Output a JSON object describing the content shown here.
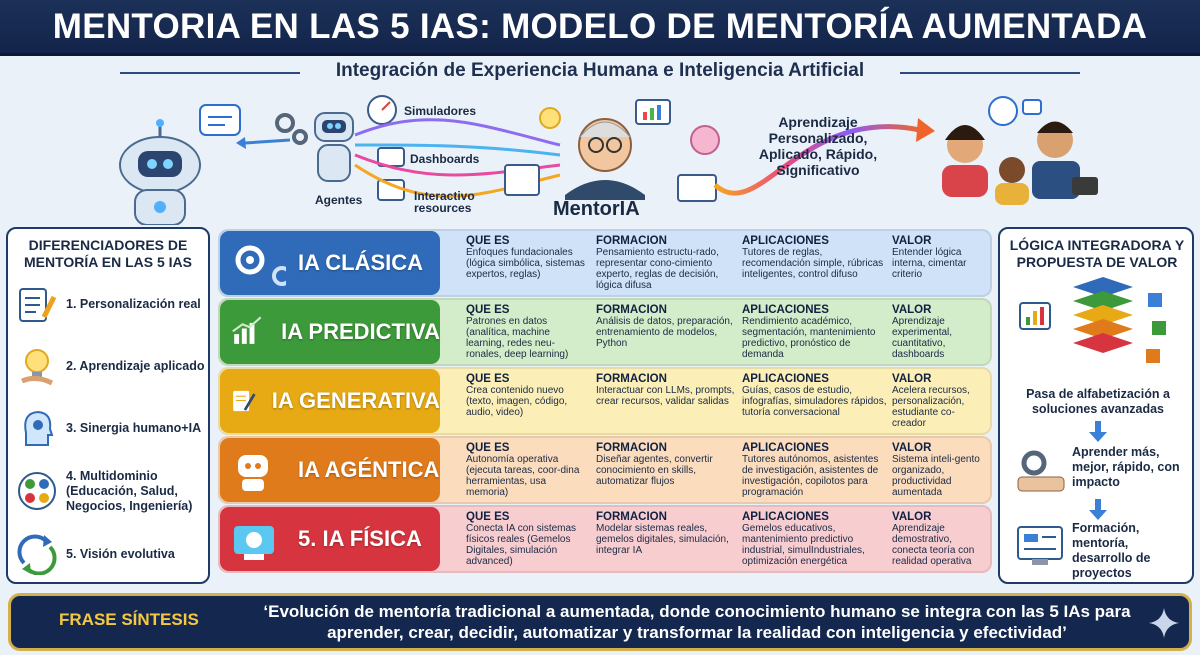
{
  "header": {
    "title": "MENTORIA EN LAS 5 IAS: MODELO DE MENTORÍA AUMENTADA",
    "subtitle": "Integración de Experiencia Humana e Inteligencia Artificial"
  },
  "flow": {
    "labels": [
      "Simuladores",
      "Dashboards",
      "Interactivo resources",
      "Agentes"
    ],
    "center": "MentorIA",
    "outcome": "Aprendizaje Personalizado, Aplicado, Rápido, Significativo"
  },
  "left_panel": {
    "title": "DIFERENCIADORES DE MENTORÍA EN LAS 5 IAS",
    "items": [
      "1. Personalización real",
      "2. Aprendizaje aplicado",
      "3. Sinergia humano+IA",
      "4. Multidominio (Educación, Salud, Negocios, Ingeniería)",
      "5. Visión evolutiva"
    ]
  },
  "rows": [
    {
      "name": "IA CLÁSICA",
      "color": "#2f6bb8",
      "bg": "#cfe2f7",
      "cols": [
        [
          "QUÉ ES",
          "Enfoques fundacionales (lógica simbólica, sistemas expertos, reglas)"
        ],
        [
          "FORMACIÓN",
          "Pensamiento estructu-rado, representar cono-cimiento experto, reglas de decisión, lógica difusa"
        ],
        [
          "APLICACIONES",
          "Tutores de reglas, recomendación simple, rúbricas inteligentes, control difuso"
        ],
        [
          "VALOR",
          "Entender lógica interna, cimentar criterio"
        ]
      ]
    },
    {
      "name": "IA PREDICTIVA",
      "color": "#3d9a3a",
      "bg": "#d3ecc9",
      "cols": [
        [
          "QUÉ ES",
          "Patrones en datos (analítica, machine learning, redes neu-ronales, deep learning)"
        ],
        [
          "FORMACIÓN",
          "Análisis de datos, preparación, entrenamiento de modelos, Python"
        ],
        [
          "APLICACIONES",
          "Rendimiento académico, segmentación, mantenimiento predictivo, pronóstico de demanda"
        ],
        [
          "VALOR",
          "Aprendizaje experimental, cuantitativo, dashboards"
        ]
      ]
    },
    {
      "name": "IA GENERATIVA",
      "color": "#e7a914",
      "bg": "#fbeeb7",
      "cols": [
        [
          "QUÉ ES",
          "Crea contenido nuevo (texto, imagen, código, audio, video)"
        ],
        [
          "FORMACIÓN",
          "Interactuar con LLMs, prompts, crear recursos, validar salidas"
        ],
        [
          "APLICACIONES",
          "Guías, casos de estudio, infografías, simuladores rápidos, tutoría conversacional"
        ],
        [
          "VALOR",
          "Acelera recursos, personalización, estudiante co-creador"
        ]
      ]
    },
    {
      "name": "IA AGÉNTICA",
      "color": "#e07b1c",
      "bg": "#fbdcbd",
      "cols": [
        [
          "QUÉ ES",
          "Autonomía operativa (ejecuta tareas, coor-dina herramientas, usa memoria)"
        ],
        [
          "FORMACIÓN",
          "Diseñar agentes, convertir conocimiento en skills, automatizar flujos"
        ],
        [
          "APLICACIONES",
          "Tutores autónomos, asistentes de investigación, asistentes de investigación, copilotos para programación"
        ],
        [
          "VALOR",
          "Sistema inteli-gento organizado, productividad aumentada"
        ]
      ]
    },
    {
      "name": "5. IA FÍSICA",
      "color": "#d6353f",
      "bg": "#f8cdd0",
      "cols": [
        [
          "QUÉ ES",
          "Conecta IA con sistemas físicos reales (Gemelos Digitales, simulación advanced)"
        ],
        [
          "FORMACIÓN",
          "Modelar sistemas reales, gemelos digitales, simulación, integrar IA"
        ],
        [
          "APLICACIONES",
          "Gemelos educativos, mantenimiento predictivo industrial, simulIndustriales, optimización energética"
        ],
        [
          "VALOR",
          "Aprendizaje demostrativo, conecta teoría con realidad operativa"
        ]
      ]
    }
  ],
  "right_panel": {
    "title": "LÓGICA INTEGRADORA Y PROPUESTA DE VALOR",
    "items": [
      "Pasa de alfabetización a soluciones avanzadas",
      "Aprender más, mejor, rápido, con impacto",
      "Formación, mentoría, desarrollo de proyectos"
    ]
  },
  "synthesis": {
    "label": "FRASE SÍNTESIS",
    "text": "‘Evolución de mentoría tradicional a aumentada, donde conocimiento humano se integra con las 5 IAs para aprender, crear, decidir, automatizar y transformar la realidad con inteligencia y efectividad’"
  }
}
